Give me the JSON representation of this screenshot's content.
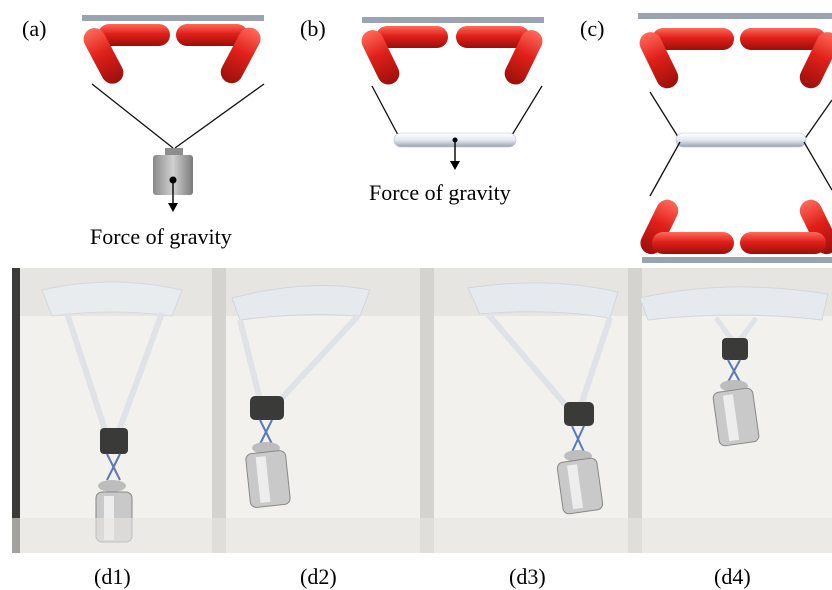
{
  "panels": [
    {
      "label": "(a)",
      "caption": "Force of gravity",
      "kind": "cylinder-weight"
    },
    {
      "label": "(b)",
      "caption": "Force of gravity",
      "kind": "bar-weight"
    },
    {
      "label": "(c)",
      "caption": "",
      "kind": "double-hexagon"
    }
  ],
  "photos": [
    {
      "label": "(d1)"
    },
    {
      "label": "(d2)"
    },
    {
      "label": "(d3)"
    },
    {
      "label": "(d4)"
    }
  ],
  "colors": {
    "actuator_red": "#e0201a",
    "plate_gray": "#9aa3b0",
    "weight_gray": "#a9a9a9",
    "bar_white": "#e4e8f0",
    "photo_wall": "#f2f1ee",
    "photo_dark": "#3a3a38"
  }
}
